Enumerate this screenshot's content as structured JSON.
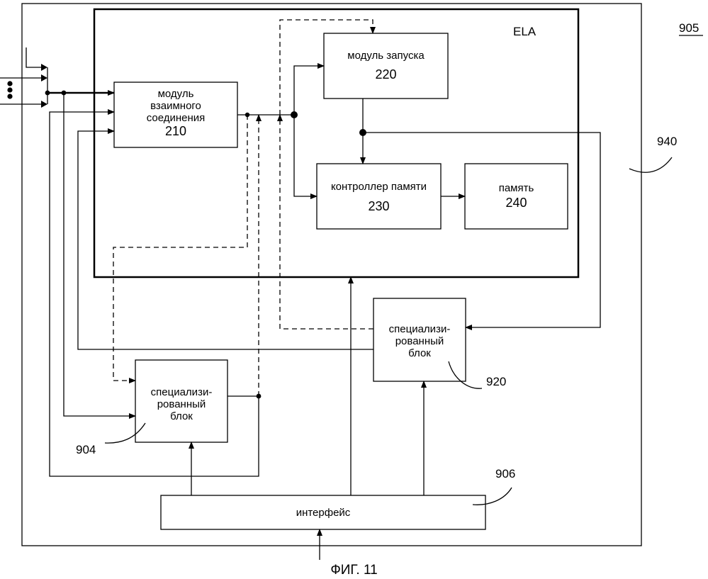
{
  "figure": {
    "id": "905",
    "caption": "ФИГ. 11",
    "ela_label": "ELA"
  },
  "blocks": {
    "interconnect": {
      "line1": "модуль",
      "line2": "взаимного",
      "line3": "соединения",
      "number": "210"
    },
    "launch": {
      "line1": "модуль запуска",
      "number": "220"
    },
    "memctrl": {
      "line1": "контроллер памяти",
      "number": "230"
    },
    "memory": {
      "line1": "память",
      "number": "240"
    },
    "special_920": {
      "line1": "специализи-",
      "line2": "рованный",
      "line3": "блок"
    },
    "special_904": {
      "line1": "специализи-",
      "line2": "рованный",
      "line3": "блок"
    },
    "interface": {
      "line1": "интерфейс"
    }
  },
  "refs": {
    "r940": "940",
    "r920": "920",
    "r904": "904",
    "r906": "906"
  },
  "colors": {
    "line": "#000000",
    "background": "#ffffff"
  }
}
